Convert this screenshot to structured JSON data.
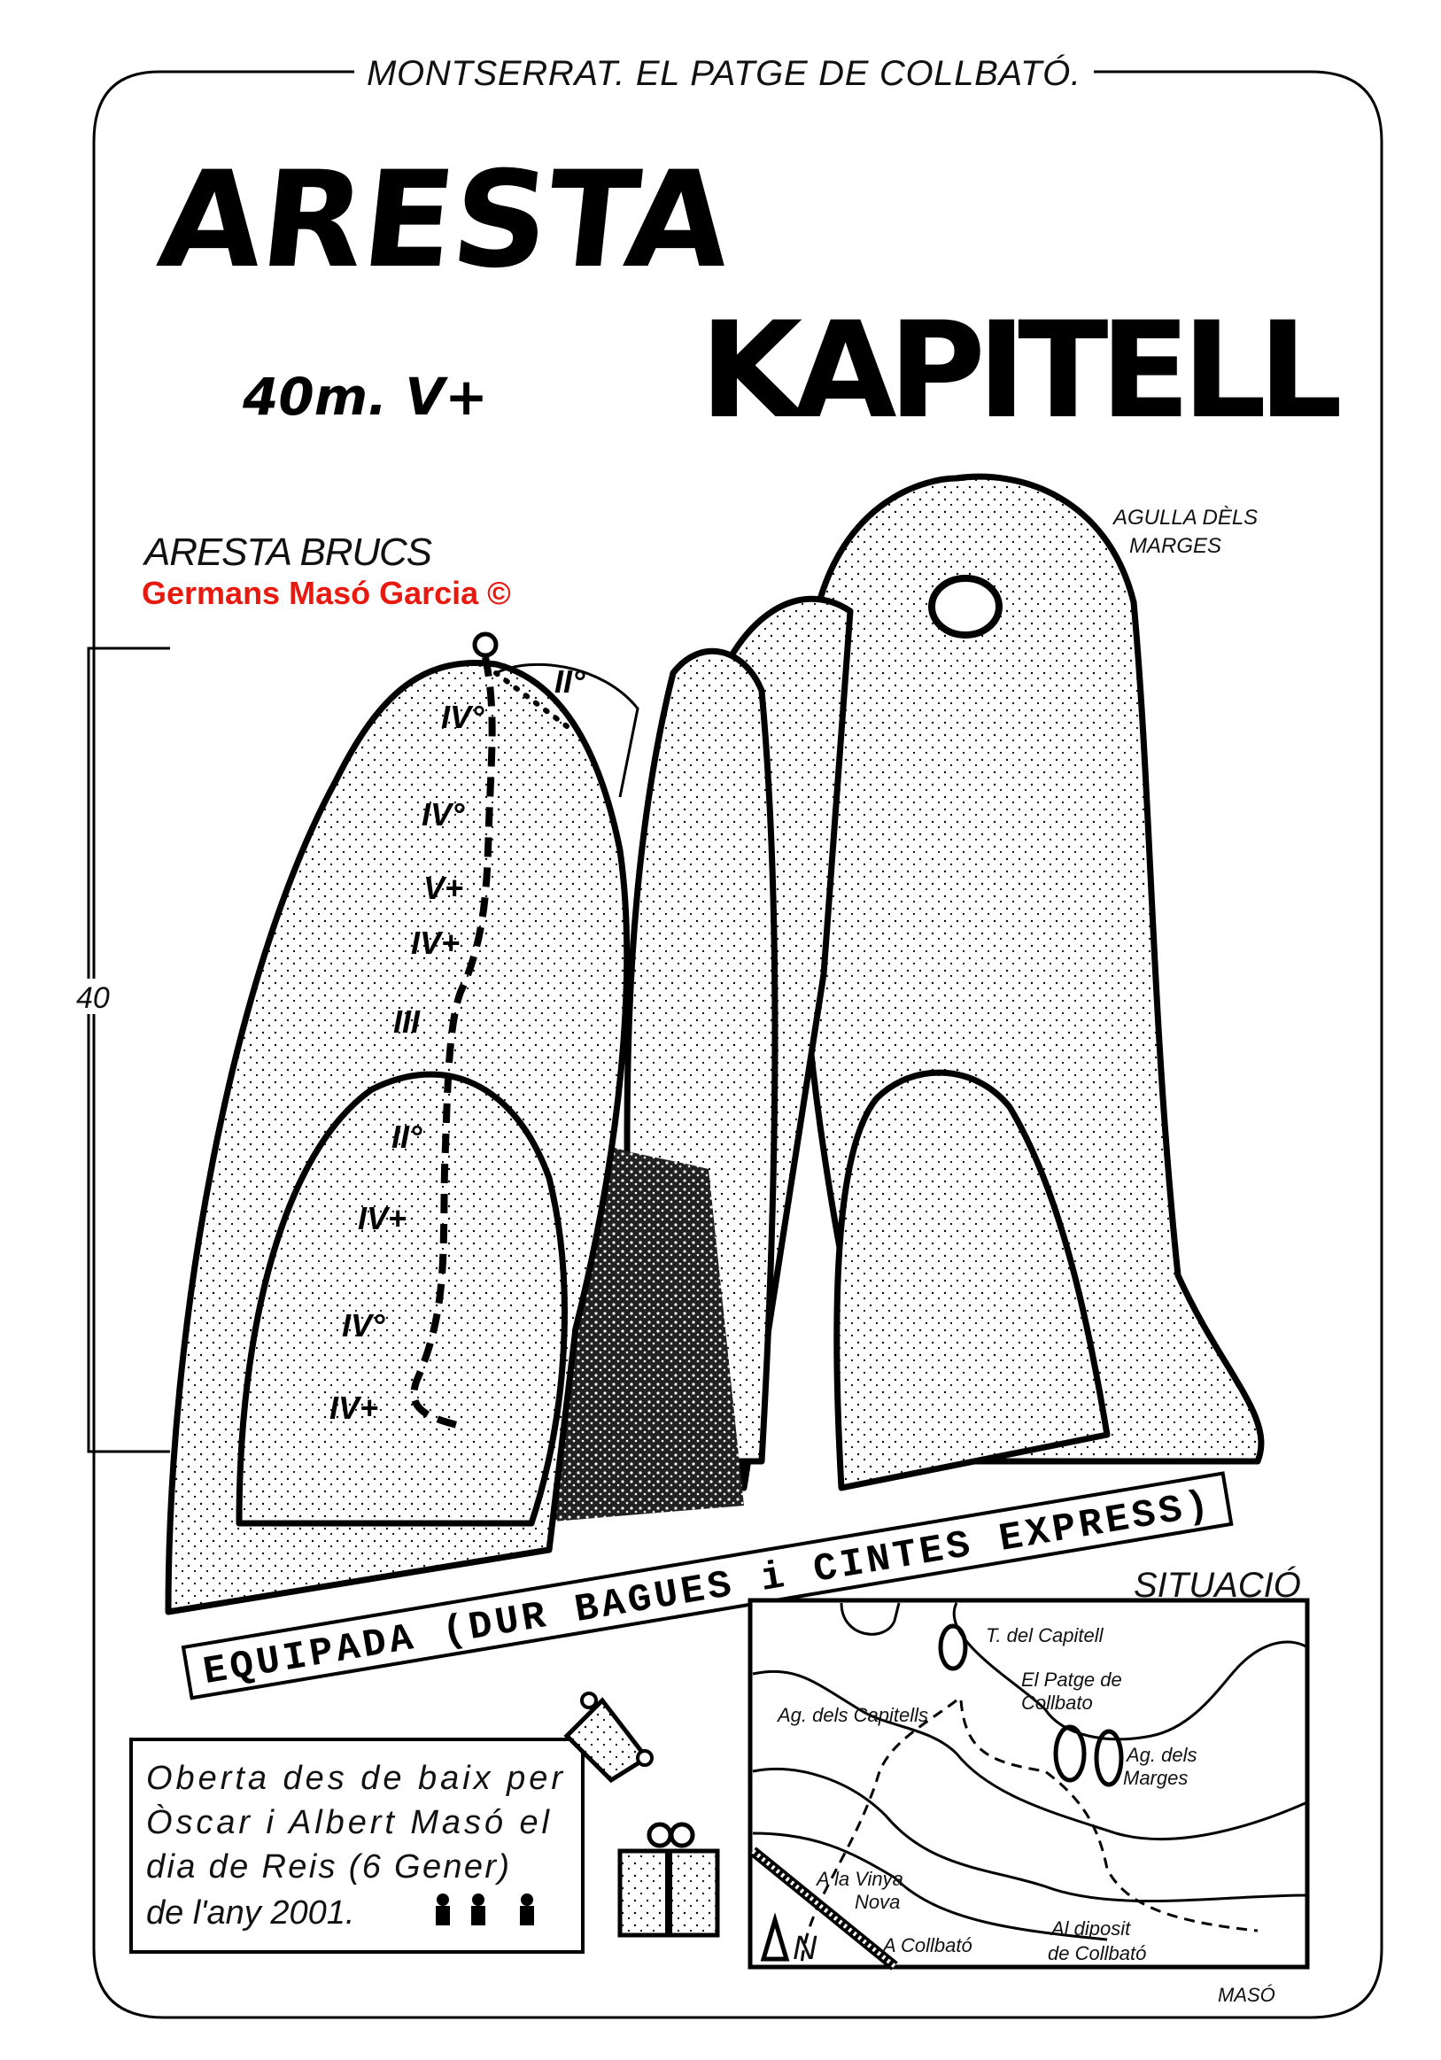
{
  "header": "MONTSERRAT. EL PATGE DE COLLBATÓ.",
  "title_line1": "ARESTA",
  "title_line2": "KAPITELL",
  "length_grade": "40m. V+",
  "route_name": "ARESTA BRUCS",
  "copyright": "Germans Masó Garcia ©",
  "peak_label": [
    "AGULLA DÈLS",
    "MARGES"
  ],
  "scale_label": "40",
  "grades": [
    "II°",
    "IV°",
    "IV°",
    "V+",
    "IV+",
    "III",
    "II°",
    "IV+",
    "IV°",
    "IV+"
  ],
  "banner": "EQUIPADA (DUR BAGUES i CINTES EXPRESS)",
  "map": {
    "title": "SITUACIÓ",
    "labels": {
      "t_capitell": "T. del Capitell",
      "patge_1": "El Patge de",
      "patge_2": "Collbato",
      "capitells": "Ag. dels Capitells",
      "marges_1": "Ag. dels",
      "marges_2": "Marges",
      "vinya_1": "A la Vinya",
      "vinya_2": "Nova",
      "collbato": "A Collbató",
      "diposit_1": "Al diposit",
      "diposit_2": "de Collbató",
      "north": "N"
    }
  },
  "first_ascent": [
    "Oberta des de baix per",
    "Òscar i Albert Masó el",
    "dia de Reis (6 Gener)",
    "de l'any 2001."
  ],
  "signature": "MASÓ",
  "colors": {
    "ink": "#000000",
    "copyright": "#e8190f",
    "paper": "#ffffff"
  }
}
